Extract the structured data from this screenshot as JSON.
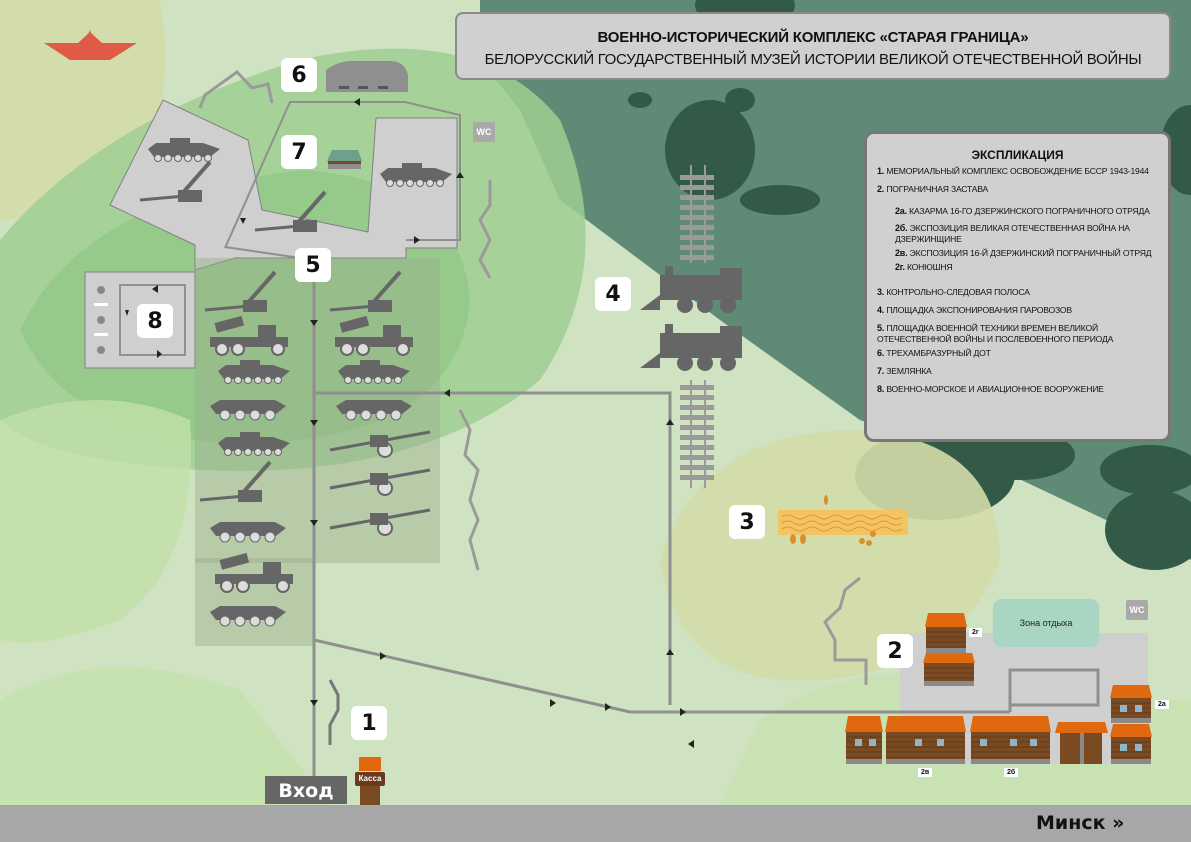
{
  "header": {
    "title": "ВОЕННО-ИСТОРИЧЕСКИЙ КОМПЛЕКС «СТАРАЯ ГРАНИЦА»",
    "subtitle": "БЕЛОРУССКИЙ ГОСУДАРСТВЕННЫЙ МУЗЕЙ ИСТОРИИ ВЕЛИКОЙ ОТЕЧЕСТВЕННОЙ ВОЙНЫ"
  },
  "legend": {
    "title": "ЭКСПЛИКАЦИЯ",
    "items": [
      {
        "num": "1.",
        "text": "МЕМОРИАЛЬНЫЙ КОМПЛЕКС ОСВОБОЖДЕНИЕ БССР 1943-1944"
      },
      {
        "num": "2.",
        "text": "ПОГРАНИЧНАЯ ЗАСТАВА"
      },
      {
        "num": "2а.",
        "text": "КАЗАРМА 16-ГО ДЗЕРЖИНСКОГО ПОГРАНИЧНОГО ОТРЯДА"
      },
      {
        "num": "2б.",
        "text": "ЭКСПОЗИЦИЯ ВЕЛИКАЯ ОТЕЧЕСТВЕННАЯ ВОЙНА НА ДЗЕРЖИНЩИНЕ"
      },
      {
        "num": "2в.",
        "text": "ЭКСПОЗИЦИЯ 16-Й ДЗЕРЖИНСКИЙ ПОГРАНИЧНЫЙ ОТРЯД"
      },
      {
        "num": "2г.",
        "text": "КОНЮШНЯ"
      },
      {
        "num": "3.",
        "text": "КОНТРОЛЬНО-СЛЕДОВАЯ ПОЛОСА"
      },
      {
        "num": "4.",
        "text": "ПЛОЩАДКА ЭКСПОНИРОВАНИЯ ПАРОВОЗОВ"
      },
      {
        "num": "5.",
        "text": "ПЛОЩАДКА ВОЕННОЙ ТЕХНИКИ ВРЕМЕН ВЕЛИКОЙ ОТЕЧЕСТВЕННОЙ ВОЙНЫ И ПОСЛЕВОЕННОГО ПЕРИОДА"
      },
      {
        "num": "6.",
        "text": "ТРЕХАМБРАЗУРНЫЙ ДОТ"
      },
      {
        "num": "7.",
        "text": "ЗЕМЛЯНКА"
      },
      {
        "num": "8.",
        "text": "ВОЕННО-МОРСКОЕ И АВИАЦИОННОЕ ВООРУЖЕНИЕ"
      }
    ]
  },
  "markers": [
    "1",
    "2",
    "3",
    "4",
    "5",
    "6",
    "7",
    "8"
  ],
  "labels": {
    "entrance": "Вход",
    "cashier": "Касса",
    "wc": "WC",
    "rest_zone": "Зона отдыха",
    "direction": "Минск »",
    "building_2a": "2а",
    "building_2b": "2б",
    "building_2v": "2в",
    "building_2g": "2г"
  },
  "colors": {
    "background": "#cfe3c2",
    "forest_dark": "#5e8a76",
    "tree_dark": "#335947",
    "path": "#8f8f8f",
    "logo": "#e05a45",
    "roof": "#e0680e",
    "wood": "#7a4a22",
    "sand": "#f5c462"
  }
}
